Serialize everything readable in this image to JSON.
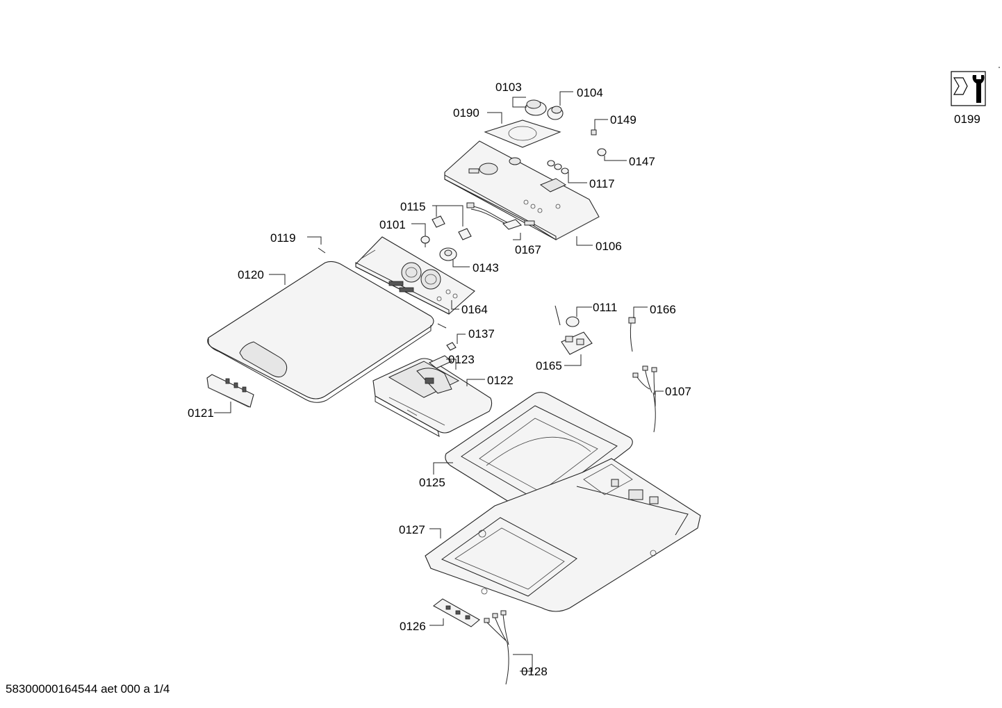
{
  "parts": {
    "p0103": "0103",
    "p0104": "0104",
    "p0190": "0190",
    "p0149": "0149",
    "p0147": "0147",
    "p0117": "0117",
    "p0115": "0115",
    "p0101": "0101",
    "p0119": "0119",
    "p0167": "0167",
    "p0106": "0106",
    "p0143": "0143",
    "p0120": "0120",
    "p0164": "0164",
    "p0111": "0111",
    "p0166": "0166",
    "p0137": "0137",
    "p0123": "0123",
    "p0165": "0165",
    "p0122": "0122",
    "p0121": "0121",
    "p0107": "0107",
    "p0125": "0125",
    "p0127": "0127",
    "p0126": "0126",
    "p0128": "0128",
    "p0199": "0199"
  },
  "service_icon": "wrench-nut-icon",
  "footer": "58300000164544 aet 000 a 1/4"
}
